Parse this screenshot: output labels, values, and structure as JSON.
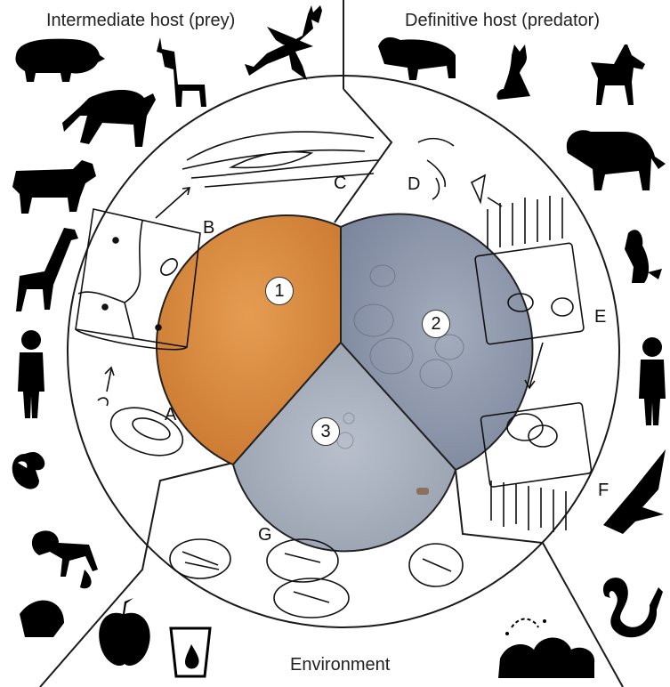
{
  "regions": {
    "intermediate_host": "Intermediate host (prey)",
    "definitive_host": "Definitive host (predator)",
    "environment": "Environment"
  },
  "stage_labels": [
    "A",
    "B",
    "C",
    "D",
    "E",
    "F",
    "G"
  ],
  "micrograph_numbers": [
    "1",
    "2",
    "3"
  ],
  "intermediate_host_icons": [
    "pig-icon",
    "llama-icon",
    "deer-icon",
    "horse-icon",
    "cow-icon",
    "giraffe-icon",
    "human-icon",
    "squirrel-icon",
    "monkey-icon",
    "bird-icon"
  ],
  "definitive_host_icons": [
    "bear-icon",
    "cat-icon",
    "dog-icon",
    "lion-icon",
    "rat-icon",
    "human-icon",
    "raptor-icon",
    "snake-icon"
  ],
  "environment_icons": [
    "apple-icon",
    "water-glass-icon",
    "soil-icon"
  ],
  "colors": {
    "micrograph_1": "#d98a3e",
    "micrograph_2": "#8f98a8",
    "micrograph_3": "#a7afbd",
    "line": "#1a1a1a",
    "icon": "#000000"
  }
}
